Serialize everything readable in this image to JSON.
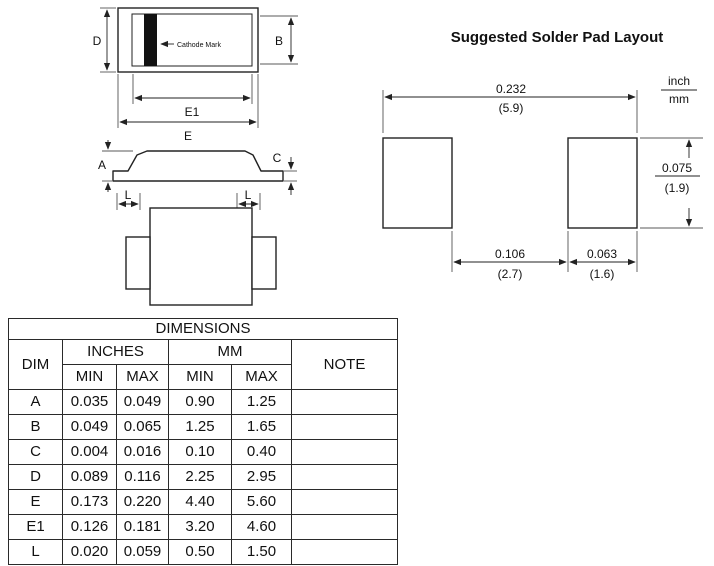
{
  "package_drawing": {
    "cathode_mark_label": "Cathode Mark",
    "dims": {
      "d": "D",
      "b": "B",
      "e1": "E1",
      "e": "E",
      "a": "A",
      "c": "C",
      "l": "L"
    }
  },
  "pad_layout": {
    "title": "Suggested Solder Pad Layout",
    "unit_inch": "inch",
    "unit_mm": "mm",
    "overall_width_inch": "0.232",
    "overall_width_mm": "(5.9)",
    "pad_height_inch": "0.075",
    "pad_height_mm": "(1.9)",
    "gap_inch": "0.106",
    "gap_mm": "(2.7)",
    "pad_width_inch": "0.063",
    "pad_width_mm": "(1.6)"
  },
  "table": {
    "title": "DIMENSIONS",
    "headers": {
      "dim": "DIM",
      "inches": "INCHES",
      "mm": "MM",
      "note": "NOTE",
      "min": "MIN",
      "max": "MAX"
    },
    "rows": [
      {
        "dim": "A",
        "in_min": "0.035",
        "in_max": "0.049",
        "mm_min": "0.90",
        "mm_max": "1.25",
        "note": ""
      },
      {
        "dim": "B",
        "in_min": "0.049",
        "in_max": "0.065",
        "mm_min": "1.25",
        "mm_max": "1.65",
        "note": ""
      },
      {
        "dim": "C",
        "in_min": "0.004",
        "in_max": "0.016",
        "mm_min": "0.10",
        "mm_max": "0.40",
        "note": ""
      },
      {
        "dim": "D",
        "in_min": "0.089",
        "in_max": "0.116",
        "mm_min": "2.25",
        "mm_max": "2.95",
        "note": ""
      },
      {
        "dim": "E",
        "in_min": "0.173",
        "in_max": "0.220",
        "mm_min": "4.40",
        "mm_max": "5.60",
        "note": ""
      },
      {
        "dim": "E1",
        "in_min": "0.126",
        "in_max": "0.181",
        "mm_min": "3.20",
        "mm_max": "4.60",
        "note": ""
      },
      {
        "dim": "L",
        "in_min": "0.020",
        "in_max": "0.059",
        "mm_min": "0.50",
        "mm_max": "1.50",
        "note": ""
      }
    ]
  }
}
